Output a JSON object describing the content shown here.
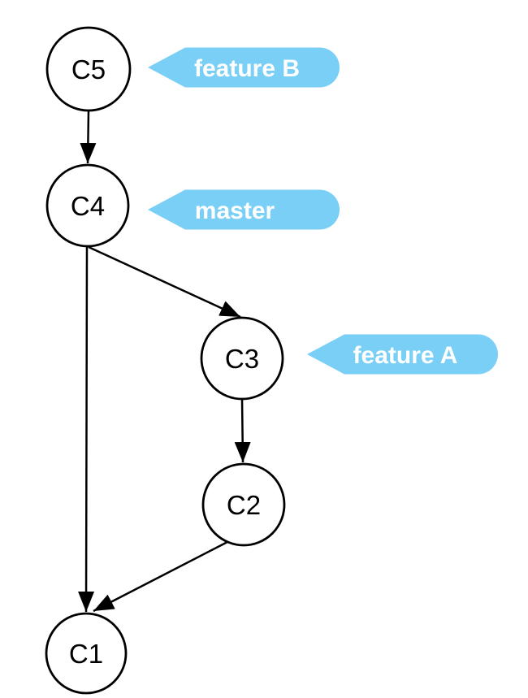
{
  "diagram": {
    "type": "git-commit-graph",
    "nodes": [
      {
        "id": "C5",
        "label": "C5"
      },
      {
        "id": "C4",
        "label": "C4"
      },
      {
        "id": "C3",
        "label": "C3"
      },
      {
        "id": "C2",
        "label": "C2"
      },
      {
        "id": "C1",
        "label": "C1"
      }
    ],
    "edges": [
      {
        "from": "C5",
        "to": "C4"
      },
      {
        "from": "C4",
        "to": "C3"
      },
      {
        "from": "C4",
        "to": "C1"
      },
      {
        "from": "C3",
        "to": "C2"
      },
      {
        "from": "C2",
        "to": "C1"
      }
    ],
    "branches": [
      {
        "label": "feature B",
        "points_to": "C5"
      },
      {
        "label": "master",
        "points_to": "C4"
      },
      {
        "label": "feature A",
        "points_to": "C3"
      }
    ]
  },
  "colors": {
    "badge": "#79CFF6",
    "badge_text": "#FFFFFF",
    "node_fill": "#FFFFFF",
    "stroke": "#000000",
    "background": "#FFFFFF"
  }
}
